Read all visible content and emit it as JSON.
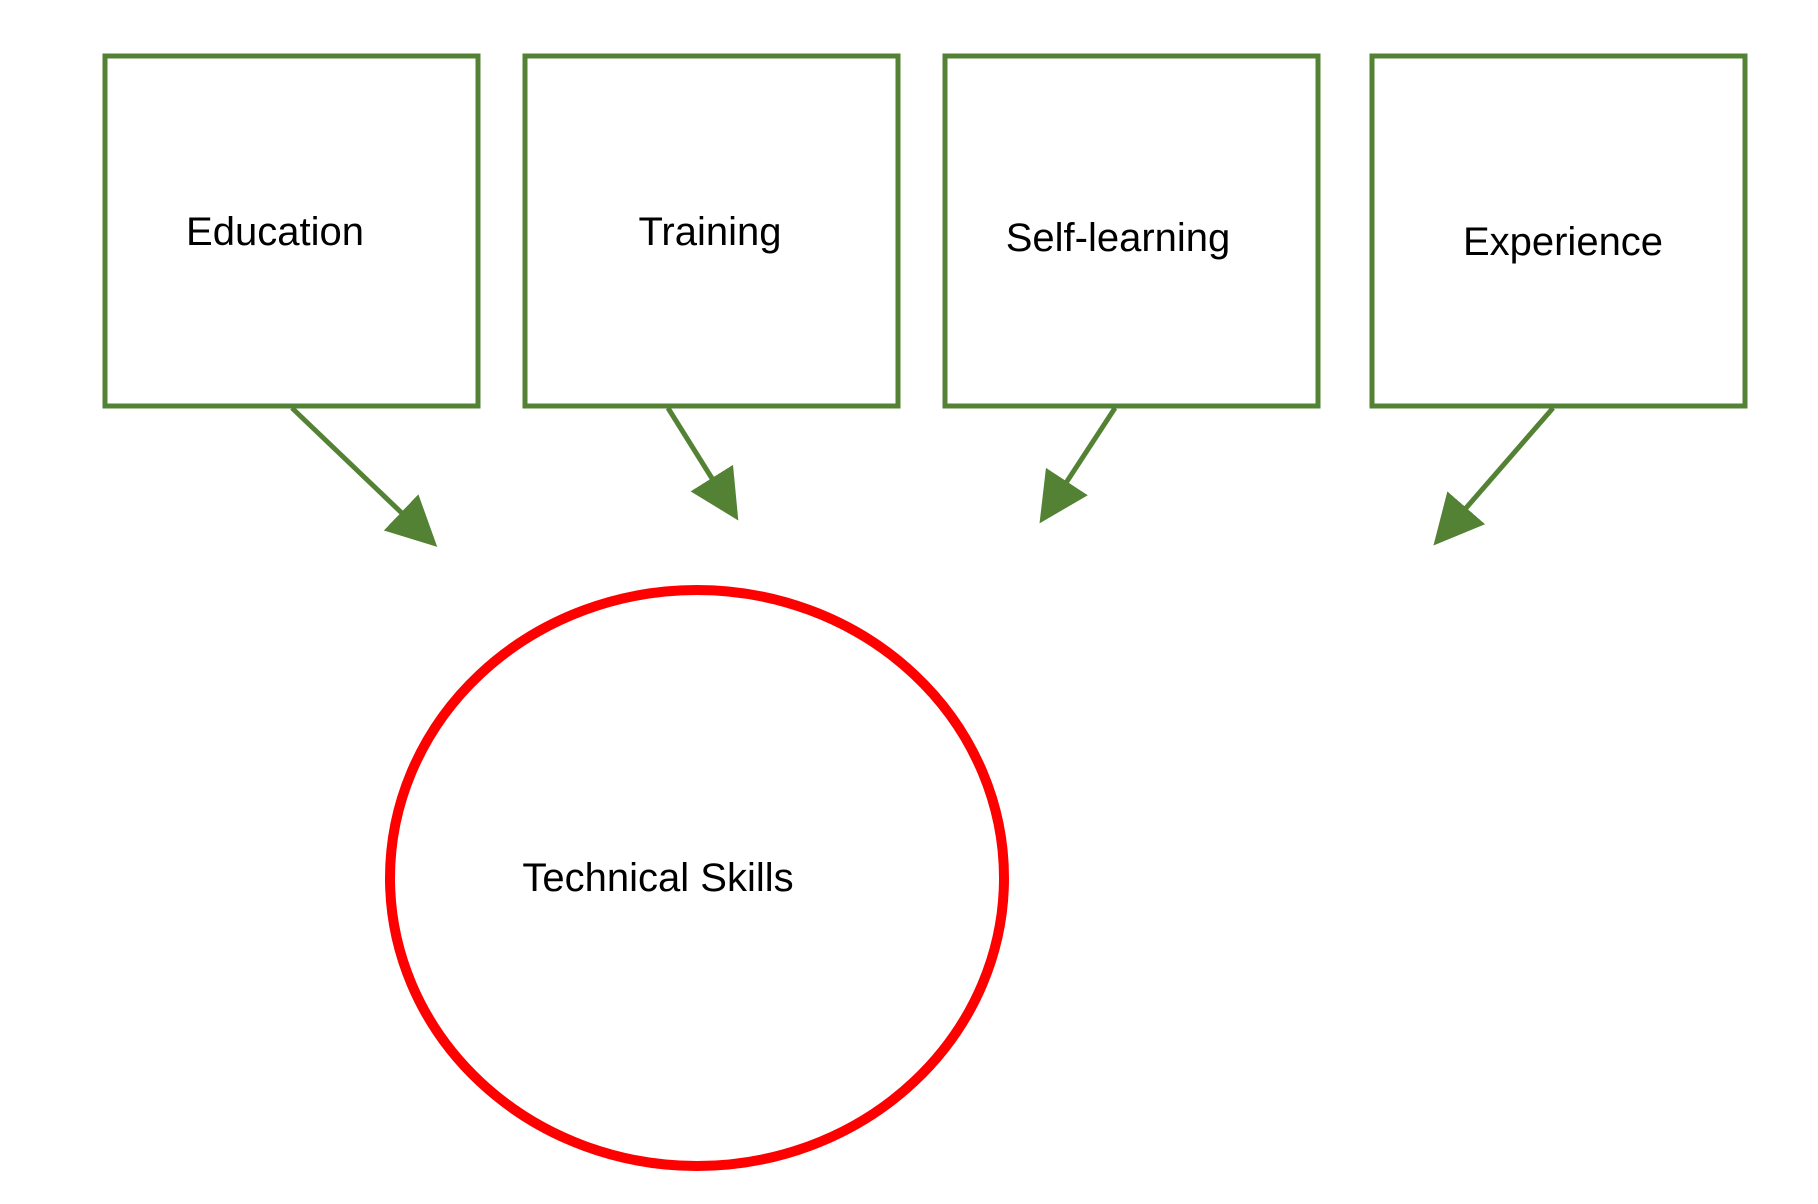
{
  "diagram": {
    "colors": {
      "box_stroke": "#548235",
      "arrow_stroke": "#548235",
      "circle_stroke": "#ff0000",
      "text": "#000000",
      "background": "#ffffff"
    },
    "sources": [
      {
        "label": "Education"
      },
      {
        "label": "Training"
      },
      {
        "label": "Self-learning"
      },
      {
        "label": "Experience"
      }
    ],
    "target": {
      "label": "Technical Skills"
    }
  }
}
